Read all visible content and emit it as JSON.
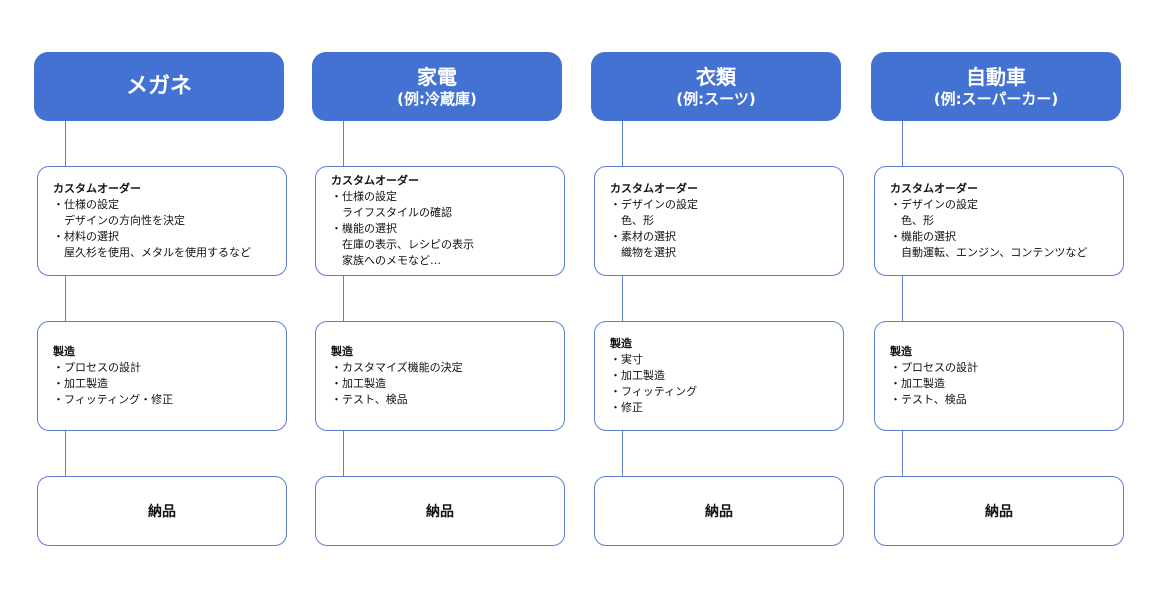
{
  "columns": [
    {
      "title": "メガネ",
      "subtitle": "",
      "order_title": "カスタムオーダー",
      "order_lines": [
        "・仕様の設定",
        "　デザインの方向性を決定",
        "・材料の選択",
        "　屋久杉を使用、メタルを使用するなど"
      ],
      "mfg_title": "製造",
      "mfg_lines": [
        "・プロセスの設計",
        "・加工製造",
        "・フィッティング・修正"
      ],
      "delivery": "納品"
    },
    {
      "title": "家電",
      "subtitle": "(例:冷蔵庫)",
      "order_title": "カスタムオーダー",
      "order_lines": [
        "・仕様の設定",
        "　ライフスタイルの確認",
        "・機能の選択",
        "　在庫の表示、レシピの表示",
        "　家族へのメモなど…"
      ],
      "mfg_title": "製造",
      "mfg_lines": [
        "・カスタマイズ機能の決定",
        "・加工製造",
        "・テスト、検品"
      ],
      "delivery": "納品"
    },
    {
      "title": "衣類",
      "subtitle": "(例:スーツ)",
      "order_title": "カスタムオーダー",
      "order_lines": [
        "・デザインの設定",
        "　色、形",
        "・素材の選択",
        "　織物を選択"
      ],
      "mfg_title": "製造",
      "mfg_lines": [
        "・実寸",
        "・加工製造",
        "・フィッティング",
        "・修正"
      ],
      "delivery": "納品"
    },
    {
      "title": "自動車",
      "subtitle": "(例:スーパーカー)",
      "order_title": "カスタムオーダー",
      "order_lines": [
        "・デザインの設定",
        "　色、形",
        "・機能の選択",
        "　自動運転、エンジン、コンテンツなど"
      ],
      "mfg_title": "製造",
      "mfg_lines": [
        "・プロセスの設計",
        "・加工製造",
        "・テスト、検品"
      ],
      "delivery": "納品"
    }
  ],
  "colors": {
    "header_fill": "#4472d2",
    "border": "#5b7fd0",
    "background": "#ffffff"
  }
}
